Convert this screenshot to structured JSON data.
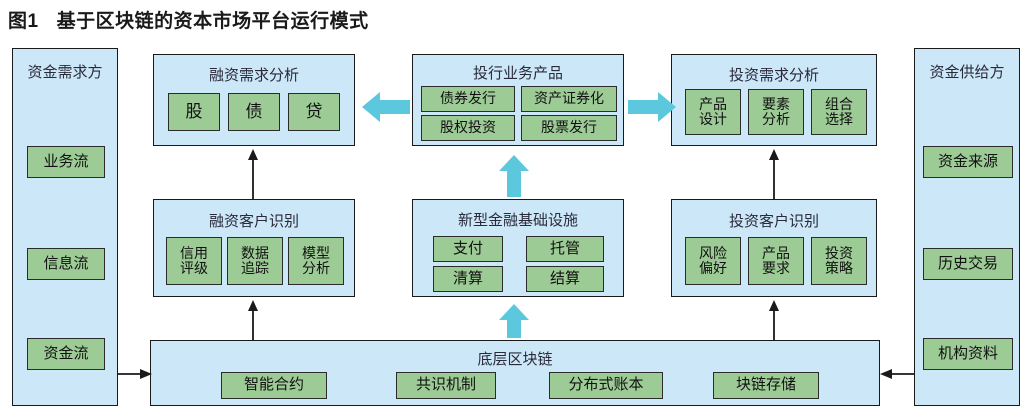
{
  "figure": {
    "number": "图1",
    "title": "基于区块链的资本市场平台运行模式"
  },
  "colors": {
    "panel_fill": "#cbe7f8",
    "chip_fill": "#9dcb96",
    "arrow_cyan": "#5cc8de",
    "arrow_black": "#1a1a1a",
    "border": "#1a1a1a"
  },
  "left_column": {
    "title": "资金需求方",
    "items": [
      "业务流",
      "信息流",
      "资金流"
    ]
  },
  "right_column": {
    "title": "资金供给方",
    "items": [
      "资金来源",
      "历史交易",
      "机构资料"
    ]
  },
  "panels": {
    "financing_demand": {
      "title": "融资需求分析",
      "items": [
        "股",
        "债",
        "贷"
      ]
    },
    "ib_products": {
      "title": "投行业务产品",
      "items": [
        "债券发行",
        "资产证券化",
        "股权投资",
        "股票发行"
      ]
    },
    "investment_demand": {
      "title": "投资需求分析",
      "items": [
        "产品\n设计",
        "要素\n分析",
        "组合\n选择"
      ]
    },
    "financing_customer": {
      "title": "融资客户识别",
      "items": [
        "信用\n评级",
        "数据\n追踪",
        "模型\n分析"
      ]
    },
    "new_infrastructure": {
      "title": "新型金融基础设施",
      "items": [
        "支付",
        "托管",
        "清算",
        "结算"
      ]
    },
    "investment_customer": {
      "title": "投资客户识别",
      "items": [
        "风险\n偏好",
        "产品\n要求",
        "投资\n策略"
      ]
    },
    "blockchain": {
      "title": "底层区块链",
      "items": [
        "智能合约",
        "共识机制",
        "分布式账本",
        "块链存储"
      ]
    }
  },
  "arrows": {
    "ib_to_financing_demand": "left-arrow-cyan",
    "ib_to_investment_demand": "right-arrow-cyan",
    "infra_to_ib": "up-arrow-cyan",
    "blockchain_to_infra": "up-arrow-cyan",
    "fincust_to_findemand": "up-arrow-black",
    "invcust_to_invdemand": "up-arrow-black",
    "blockchain_to_fincust": "up-arrow-black",
    "blockchain_to_invcust": "up-arrow-black",
    "left_to_blockchain": "right-arrow-black",
    "right_to_blockchain": "left-arrow-black"
  }
}
